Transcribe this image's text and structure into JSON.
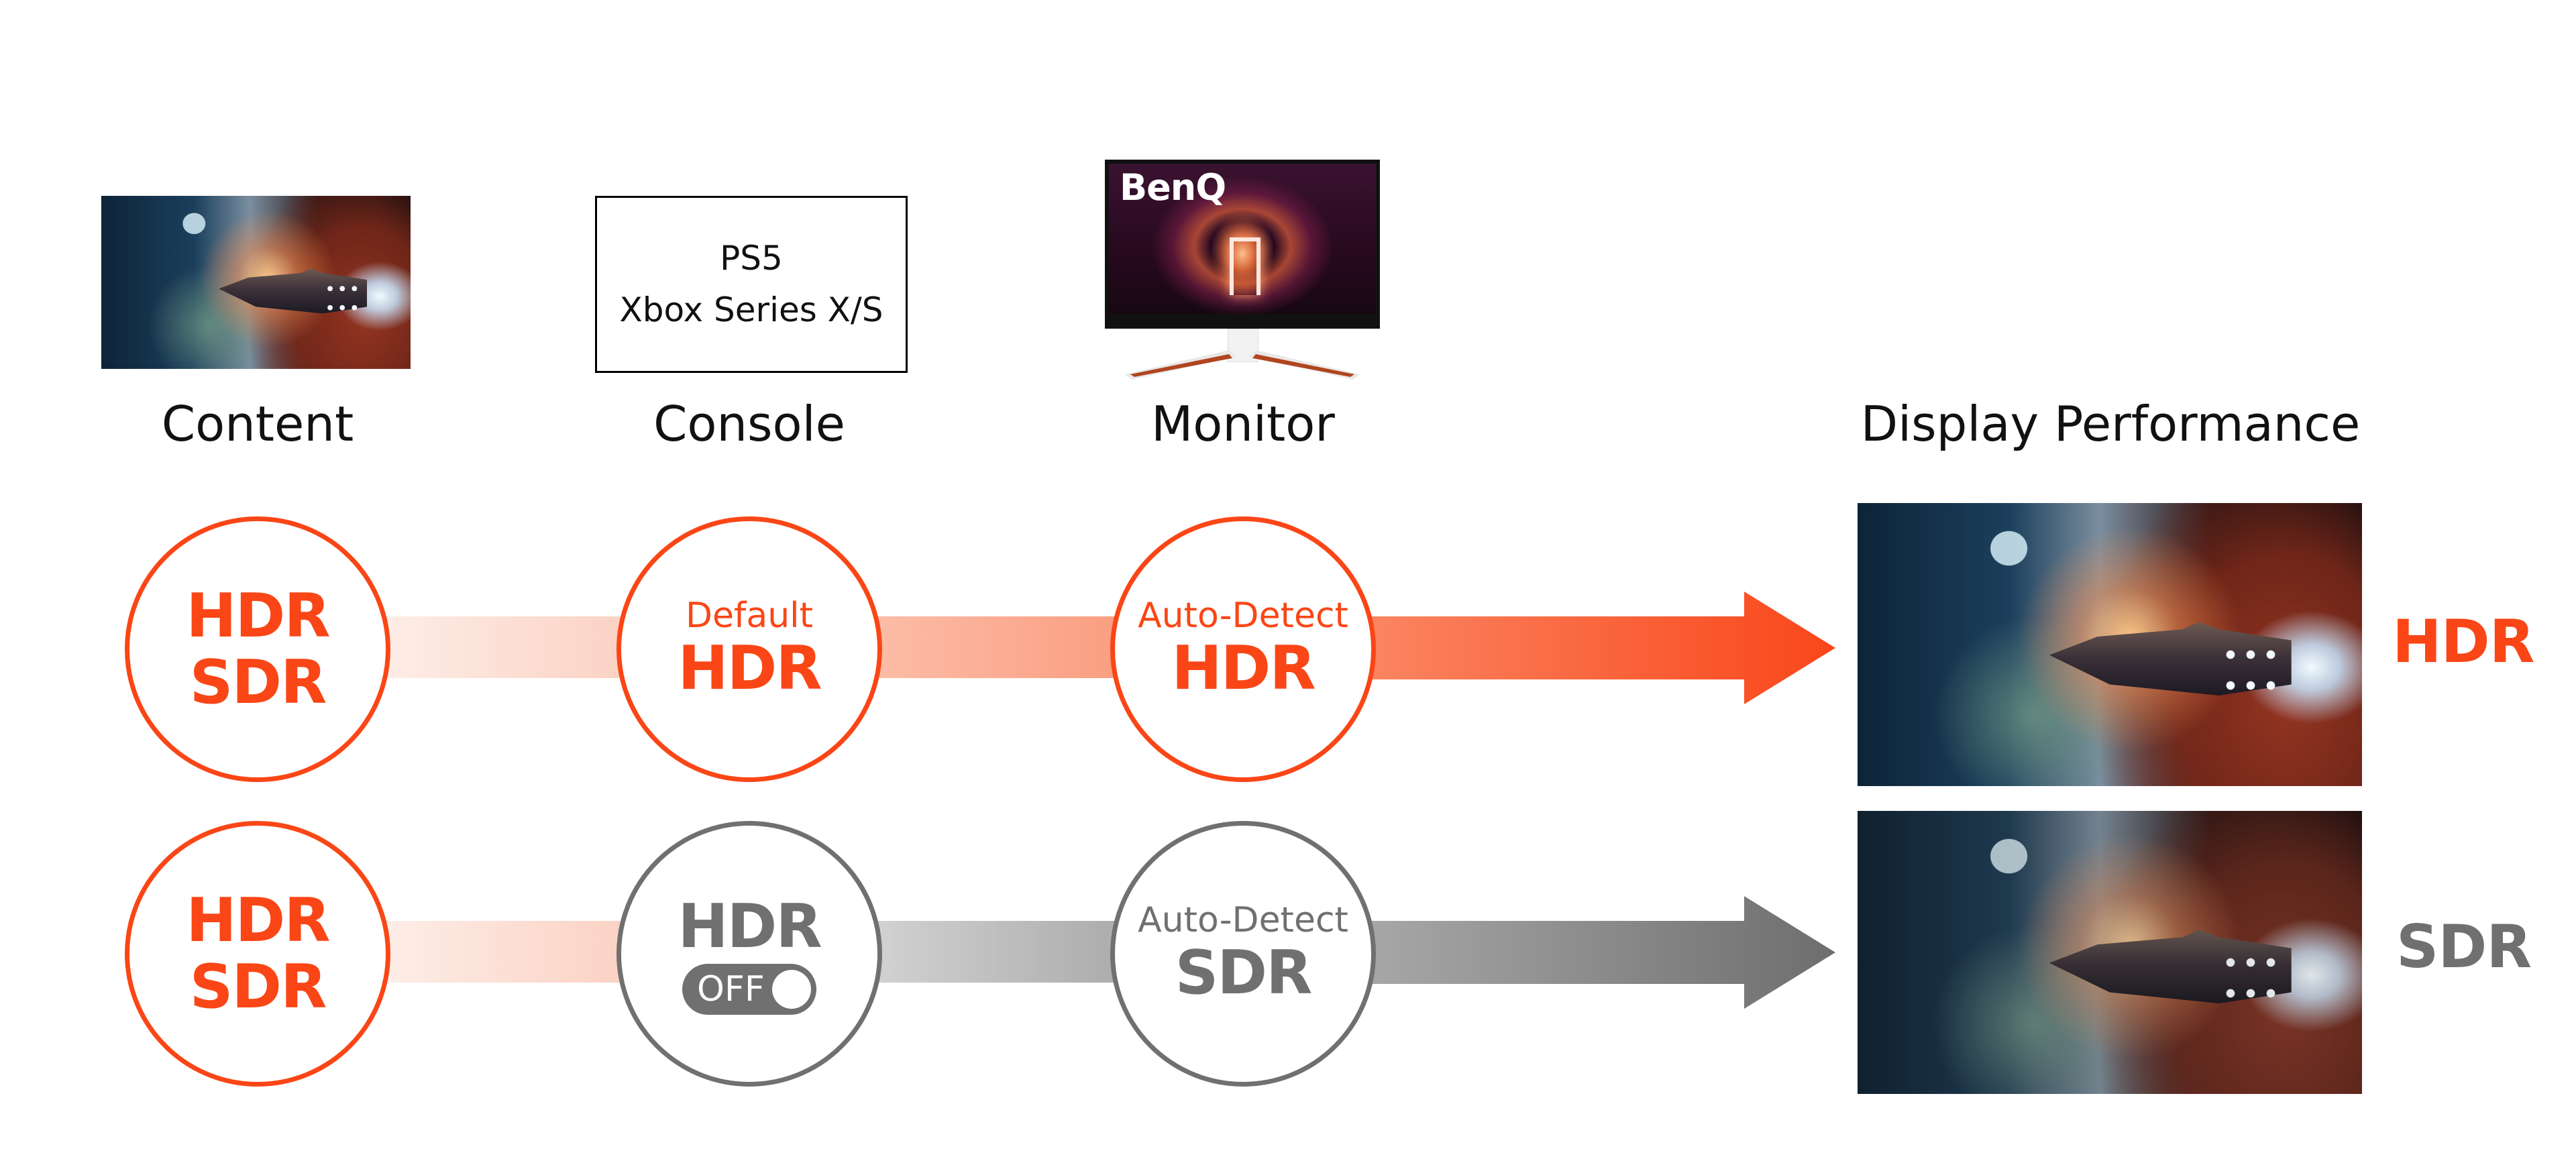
{
  "colors": {
    "accent": "#fa4616",
    "neutral": "#707070",
    "text": "#111111",
    "background": "#ffffff"
  },
  "columns": {
    "content": {
      "label": "Content",
      "image": "space-battleship-scene"
    },
    "console": {
      "label": "Console",
      "devices": [
        "PS5",
        "Xbox Series X/S"
      ]
    },
    "monitor": {
      "label": "Monitor",
      "brand": "BenQ",
      "image": "benq-mobiuz-monitor"
    },
    "display": {
      "label": "Display Performance"
    }
  },
  "rows": [
    {
      "id": "hdr-path",
      "color": "accent",
      "content": {
        "lines": [
          "HDR",
          "SDR"
        ]
      },
      "console": {
        "caption": "Default",
        "value": "HDR"
      },
      "monitor": {
        "caption": "Auto-Detect",
        "value": "HDR"
      },
      "result": {
        "label": "HDR",
        "image": "space-battleship-scene-hdr"
      }
    },
    {
      "id": "sdr-path",
      "color": "neutral",
      "content": {
        "lines": [
          "HDR",
          "SDR"
        ]
      },
      "console": {
        "value": "HDR",
        "toggle_label": "OFF",
        "toggle_state": "off"
      },
      "monitor": {
        "caption": "Auto-Detect",
        "value": "SDR"
      },
      "result": {
        "label": "SDR",
        "image": "space-battleship-scene-sdr"
      }
    }
  ]
}
